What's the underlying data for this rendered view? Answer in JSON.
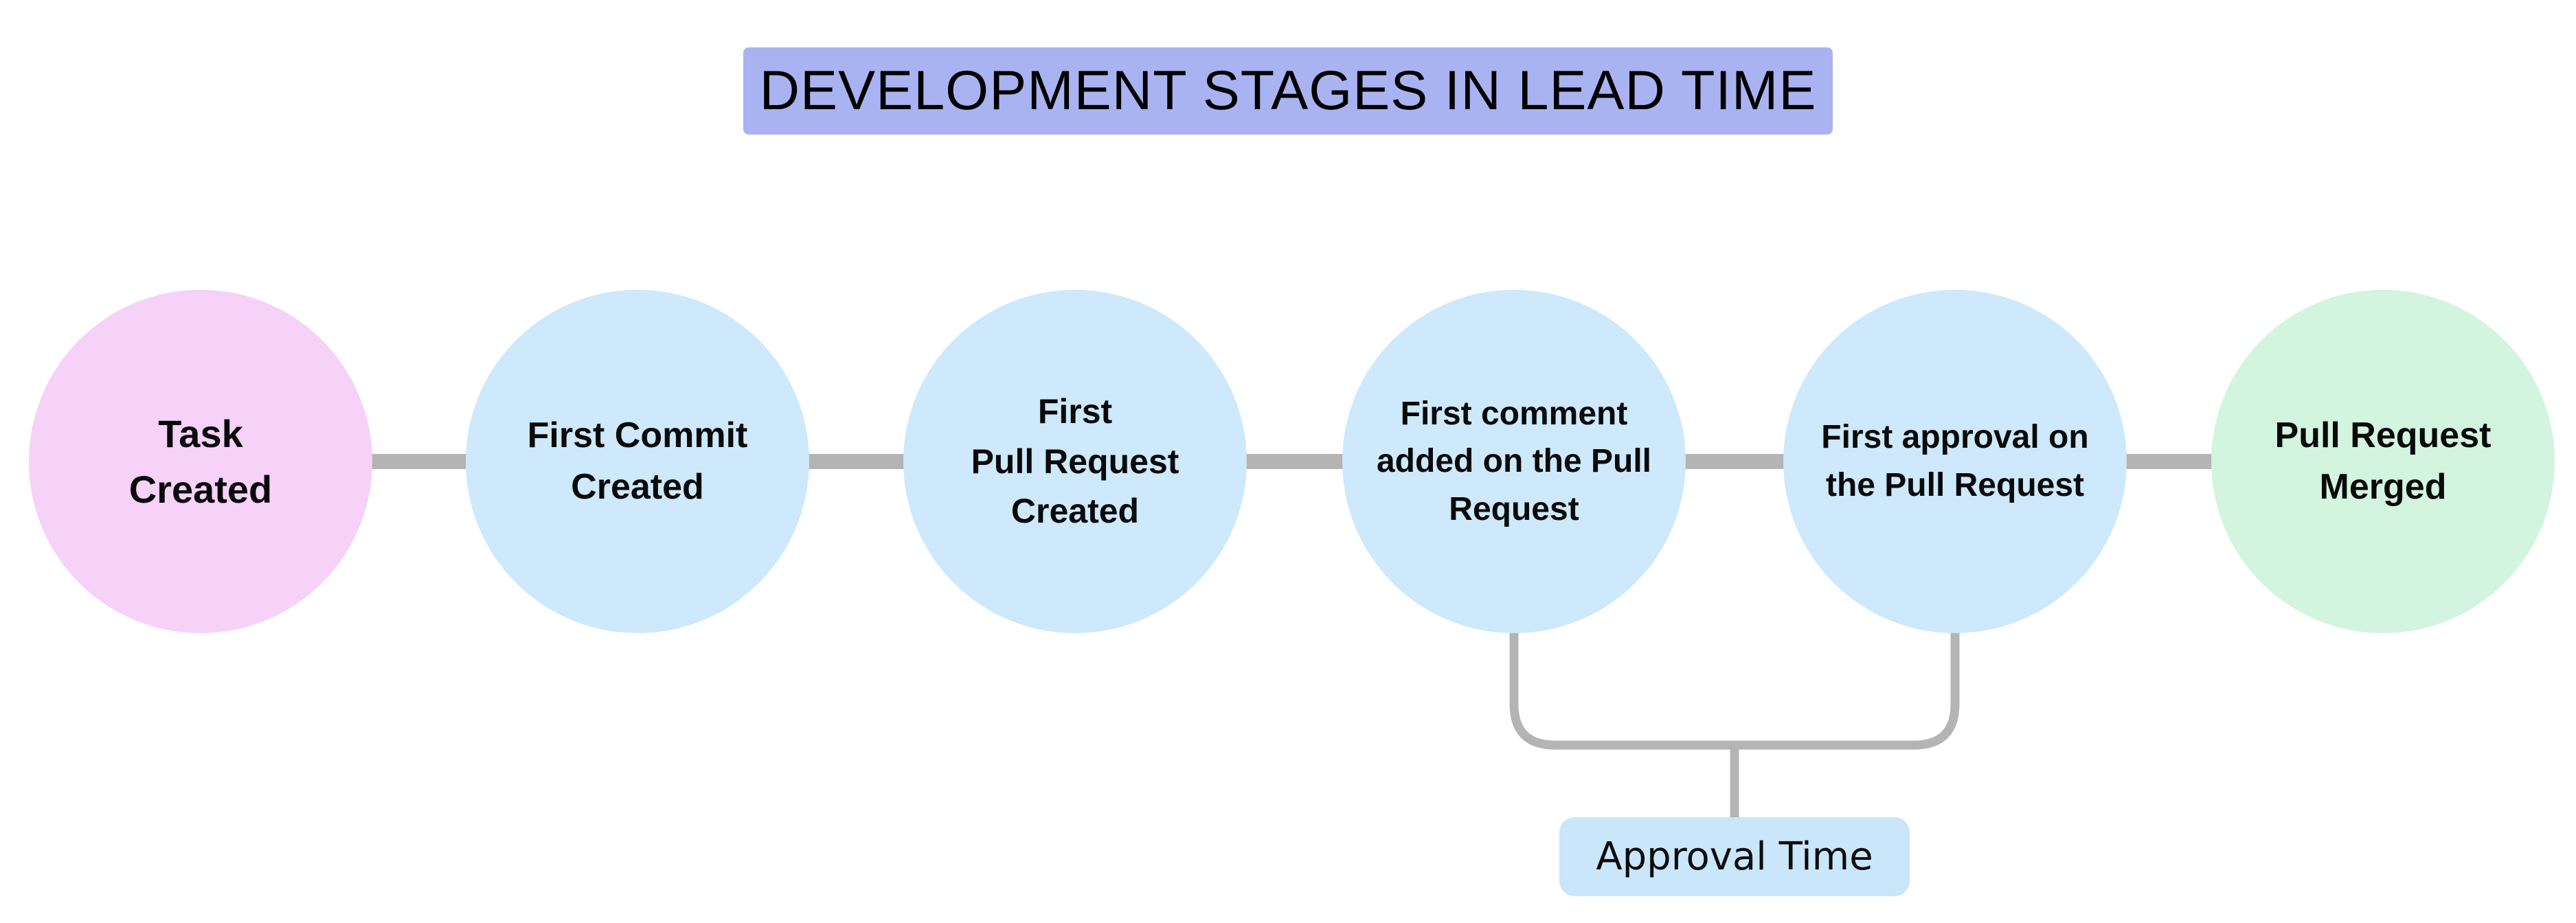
{
  "title": {
    "text": "DEVELOPMENT STAGES IN LEAD TIME",
    "bg": "#aab3f2"
  },
  "stages": [
    {
      "label": "Task\nCreated",
      "color": "#f6d1f8"
    },
    {
      "label": "First Commit\nCreated",
      "color": "#cde9fb"
    },
    {
      "label": "First\nPull Request\nCreated",
      "color": "#cde9fb"
    },
    {
      "label": "First comment\nadded on the Pull\nRequest",
      "color": "#cde9fb"
    },
    {
      "label": "First approval on\nthe Pull Request",
      "color": "#cde9fb"
    },
    {
      "label": "Pull Request\nMerged",
      "color": "#d3f4df"
    }
  ],
  "annotation": {
    "label": "Approval Time",
    "bg": "#c9e6fa",
    "spans_stage_indexes": [
      3,
      4
    ]
  },
  "colors": {
    "connector": "#b4b4b4",
    "text": "#000000",
    "background": "#ffffff"
  }
}
